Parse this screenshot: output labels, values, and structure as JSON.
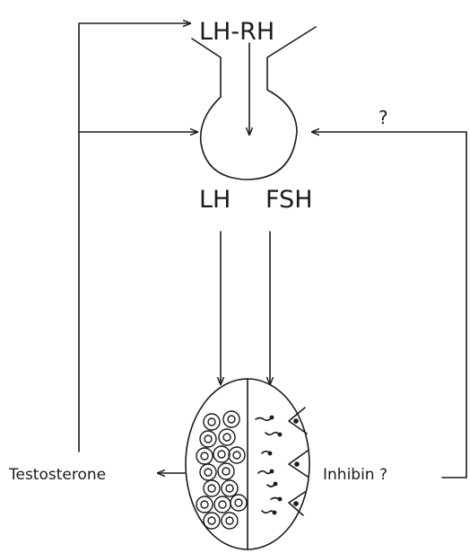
{
  "labels": {
    "lh_rh": "LH-RH",
    "lh": "LH",
    "fsh": "FSH",
    "testosterone": "Testosterone",
    "inhibin": "Inhibin ?",
    "question": "?"
  },
  "colors": {
    "ink": "#1a1a1a",
    "background": "#ffffff"
  },
  "icons": {
    "pituitary": "pituitary-gland-icon",
    "testis": "testis-cross-section-icon"
  }
}
